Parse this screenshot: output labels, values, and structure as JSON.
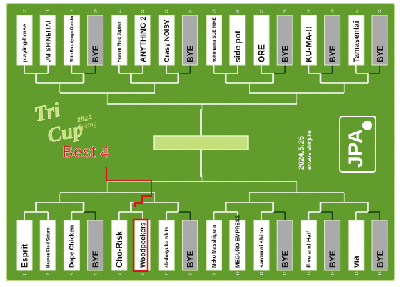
{
  "top_slots": [
    {
      "num": "17",
      "name": "playing-horse",
      "bye": false
    },
    {
      "num": "18",
      "name": "JM SHINEITAI",
      "bye": false
    },
    {
      "num": "19",
      "name": "Shin Bashiyuga Gundan",
      "bye": false
    },
    {
      "num": "20",
      "name": "BYE",
      "bye": true
    },
    {
      "num": "21",
      "name": "Heaven Field Jupiter",
      "bye": false
    },
    {
      "num": "22",
      "name": "ANYTHING 2",
      "bye": false
    },
    {
      "num": "23",
      "name": "Crasy NOISY",
      "bye": false
    },
    {
      "num": "24",
      "name": "BYE",
      "bye": true
    },
    {
      "num": "25",
      "name": "Yokohama SUE NIKE",
      "bye": false
    },
    {
      "num": "26",
      "name": "side pot",
      "bye": false
    },
    {
      "num": "27",
      "name": "ORE",
      "bye": false
    },
    {
      "num": "28",
      "name": "BYE",
      "bye": true
    },
    {
      "num": "29",
      "name": "KU-MA-!!",
      "bye": false
    },
    {
      "num": "30",
      "name": "BYE",
      "bye": true
    },
    {
      "num": "31",
      "name": "Tamasentai",
      "bye": false
    },
    {
      "num": "32",
      "name": "BYE",
      "bye": true
    }
  ],
  "bottom_slots": [
    {
      "num": "1",
      "name": "Esprit",
      "bye": false
    },
    {
      "num": "2",
      "name": "Heaven Field Saturn",
      "bye": false
    },
    {
      "num": "3",
      "name": "Dope Chicken",
      "bye": false
    },
    {
      "num": "4",
      "name": "BYE",
      "bye": true
    },
    {
      "num": "5",
      "name": "Cho-Risk",
      "bye": false
    },
    {
      "num": "6",
      "name": "Woodpeckers",
      "bye": false
    },
    {
      "num": "7",
      "name": "sb-dokyubu white",
      "bye": false
    },
    {
      "num": "8",
      "name": "BYE",
      "bye": true
    },
    {
      "num": "9",
      "name": "Neko Masshigura",
      "bye": false
    },
    {
      "num": "10",
      "name": "MEGURO EMPRESS",
      "bye": false
    },
    {
      "num": "11",
      "name": "samurai shino",
      "bye": false
    },
    {
      "num": "12",
      "name": "BYE",
      "bye": true
    },
    {
      "num": "13",
      "name": "Five and Half",
      "bye": false
    },
    {
      "num": "14",
      "name": "BYE",
      "bye": true
    },
    {
      "num": "15",
      "name": "via",
      "bye": false
    },
    {
      "num": "16",
      "name": "BYE",
      "bye": true
    }
  ],
  "highlight": {
    "label": "Best 4",
    "team_index": 5,
    "color": "#e0111a"
  },
  "event": {
    "logo_line1": "Tri",
    "logo_line2": "Cup",
    "year": "2024",
    "season": "Spring",
    "date": "2024.5.26",
    "venue": "BAGUS Shinjuku",
    "org": "JPA"
  },
  "colors": {
    "board": "#5f9a2a",
    "board_dark": "#4e8a1e",
    "frame": "#bcd88a",
    "slot_white": "#ffffff",
    "slot_bye": "#aaaaaa",
    "line": "#ffffff",
    "line_win": "#123f12",
    "final_box": "#c5e07a"
  }
}
